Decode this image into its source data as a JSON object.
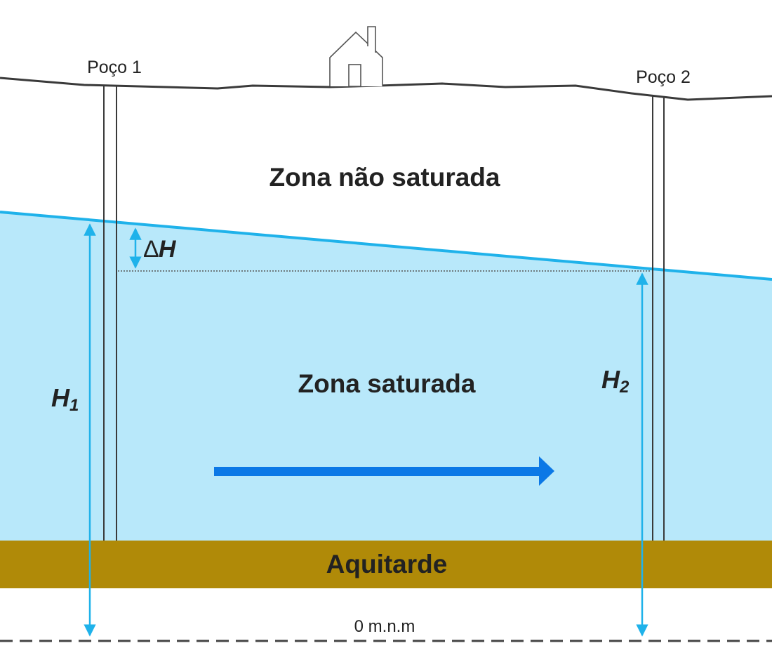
{
  "labels": {
    "well_1": "Poço 1",
    "well_2": "Poço 2",
    "unsaturated_zone": "Zona não saturada",
    "saturated_zone": "Zona saturada",
    "aquitard": "Aquitarde",
    "datum": "0 m.n.m",
    "delta_symbol": "∆",
    "head_symbol": "H",
    "head_1_symbol": "H",
    "head_1_subscript": "1",
    "head_2_symbol": "H",
    "head_2_subscript": "2"
  },
  "colors": {
    "saturated_fill": "#b8e8fa",
    "water_table": "#1fb2ea",
    "flow_arrow": "#0b78e6",
    "aquitard": "#b08a08",
    "ground": "#3a3a3a",
    "text": "#222222"
  },
  "icons": {
    "house": "house-icon",
    "flow": "flow-arrow-right"
  }
}
